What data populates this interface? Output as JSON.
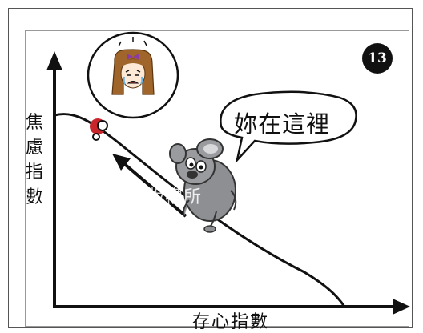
{
  "panel": {
    "number": "13"
  },
  "axes": {
    "y_label": [
      "焦",
      "慮",
      "指",
      "數"
    ],
    "x_label": "存心指數"
  },
  "speech": {
    "text": "妳在這裡"
  },
  "watermark": "版權所",
  "colors": {
    "marker": "#c8262b",
    "line": "#111111",
    "koala": "#8e8f93",
    "hair": "#a0652a",
    "bow": "#8b3aa8"
  }
}
